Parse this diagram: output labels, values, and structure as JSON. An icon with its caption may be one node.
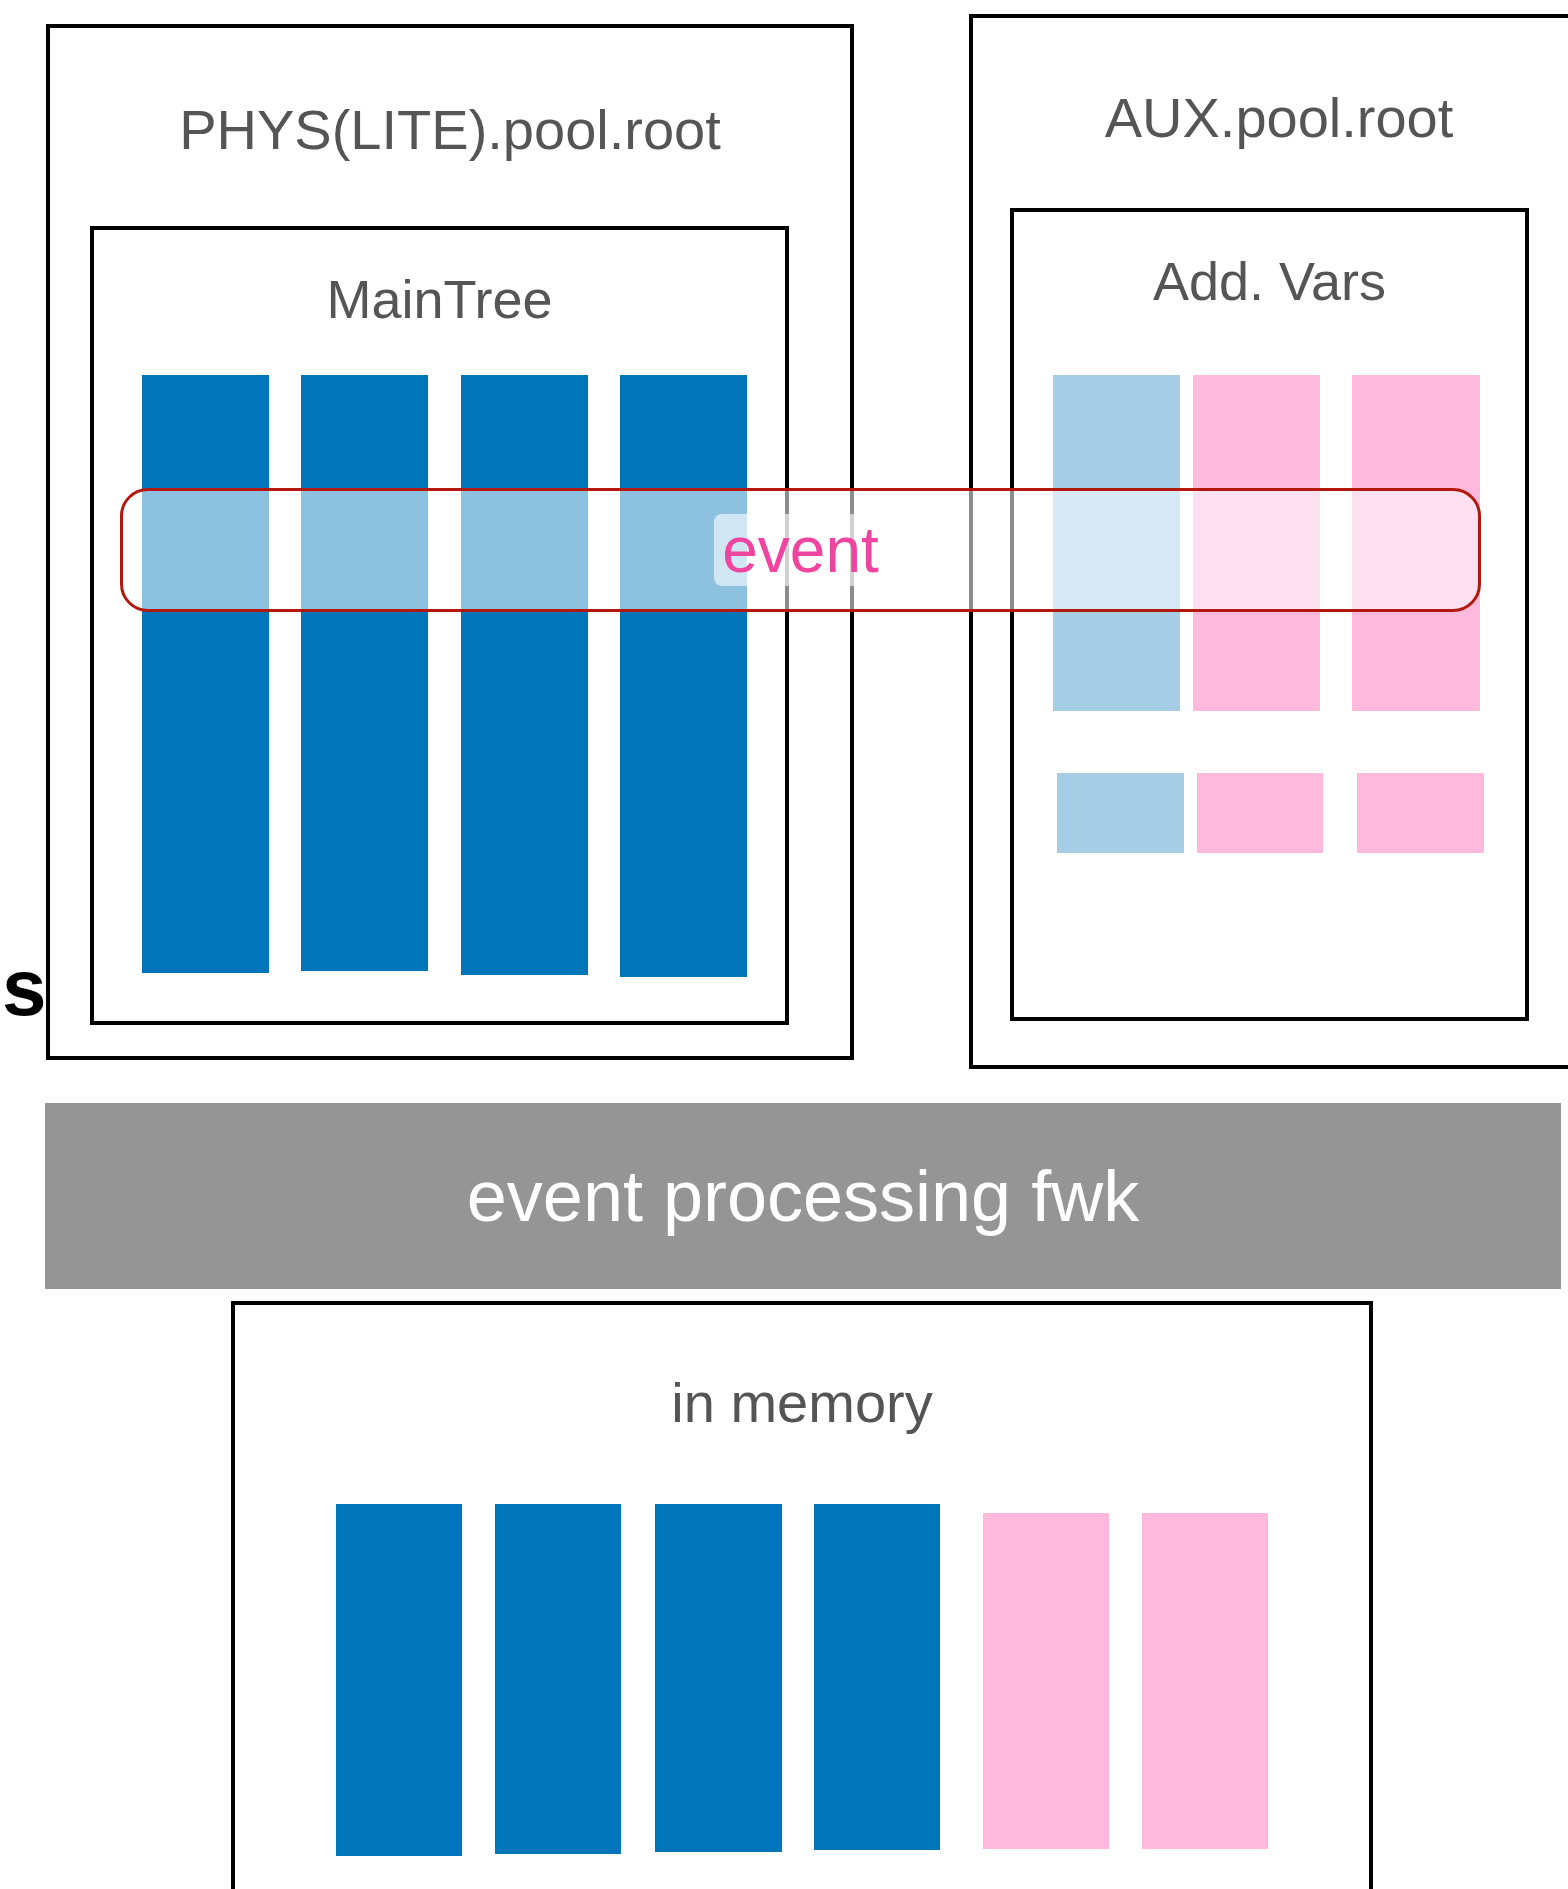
{
  "diagram": {
    "nodes": [
      {
        "text": [
          "PHYS(LITE).pool.root"
        ]
      },
      {
        "text": [
          "MainTree"
        ],
        "in": 0
      },
      {
        "text": [],
        "shape": "bar",
        "in": 1
      },
      {
        "text": [],
        "shape": "bar",
        "in": 1
      },
      {
        "text": [],
        "shape": "bar",
        "in": 1
      },
      {
        "text": [],
        "shape": "bar",
        "in": 1
      },
      {
        "text": [
          "AUX.pool.root"
        ]
      },
      {
        "text": [
          "Add. Vars"
        ],
        "in": 6
      },
      {
        "text": [],
        "shape": "bar",
        "in": 7
      },
      {
        "text": [],
        "shape": "bar",
        "in": 7
      },
      {
        "text": [],
        "shape": "bar",
        "in": 7
      },
      {
        "text": [],
        "shape": "bar",
        "in": 7
      },
      {
        "text": [],
        "shape": "bar",
        "in": 7
      },
      {
        "text": [],
        "shape": "bar",
        "in": 7
      },
      {
        "text": [
          "event"
        ]
      },
      {
        "text": [
          "event processing fwk"
        ]
      },
      {
        "text": [
          "in memory"
        ]
      },
      {
        "text": [],
        "shape": "bar",
        "in": 16
      },
      {
        "text": [],
        "shape": "bar",
        "in": 16
      },
      {
        "text": [],
        "shape": "bar",
        "in": 16
      },
      {
        "text": [],
        "shape": "bar",
        "in": 16
      },
      {
        "text": [],
        "shape": "bar",
        "in": 16
      },
      {
        "text": [],
        "shape": "bar",
        "in": 16
      }
    ],
    "labels": [
      "s"
    ]
  }
}
